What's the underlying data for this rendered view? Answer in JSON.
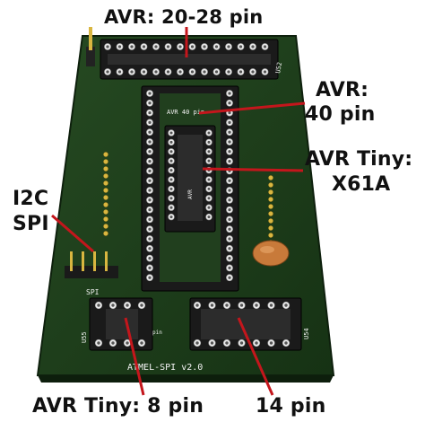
{
  "callouts": {
    "avr_20_28": "AVR: 20-28 pin",
    "avr_40_line1": "AVR:",
    "avr_40_line2": "40 pin",
    "avr_tiny_x61_line1": "AVR Tiny:",
    "avr_tiny_x61_line2": "X61A",
    "i2c": "I2C",
    "spi": "SPI",
    "avr_tiny_8": "AVR Tiny: 8 pin",
    "pin14": "14 pin"
  },
  "silkscreen": {
    "board_title": "ATMEL-SPI v2.0",
    "spi_header": "SPI",
    "u52": "U52",
    "u55": "U55",
    "u54": "U54",
    "avr40": "AVR 40 pin",
    "avr_tiny": "AVR",
    "pin_small": "pin"
  },
  "colors": {
    "pcb": "#1c3a1a",
    "pcb_edge": "#0e200d",
    "socket": "#1a1a1a",
    "pin_gold": "#d9b640",
    "arrow_red": "#c4161c",
    "capacitor": "#c87a3a"
  }
}
